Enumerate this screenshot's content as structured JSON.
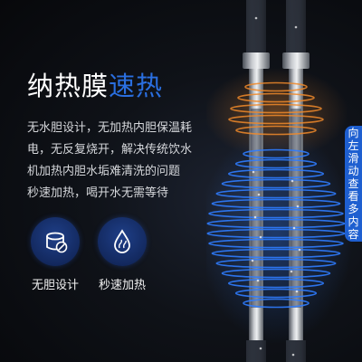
{
  "title": {
    "main": "纳热膜",
    "accent": "速热"
  },
  "description_lines": [
    "无水胆设计，无加热内胆保温耗",
    "电，无反复烧开，解决传统饮水",
    "机加热内胆水垢难清洗的问题",
    "秒速加热，喝开水无需等待"
  ],
  "features": [
    {
      "label": "无胆设计",
      "icon": "no-tank-icon"
    },
    {
      "label": "秒速加热",
      "icon": "water-drop-heat-icon"
    }
  ],
  "side_tab": {
    "chars": [
      "向",
      "左",
      "滑",
      "动",
      "查",
      "看",
      "多",
      "内",
      "容"
    ]
  },
  "colors": {
    "accent": "#2a6fe0",
    "heat_orange": "#f08a2a",
    "ring_blue": "#2f7cff",
    "background": "#0d0f14"
  }
}
